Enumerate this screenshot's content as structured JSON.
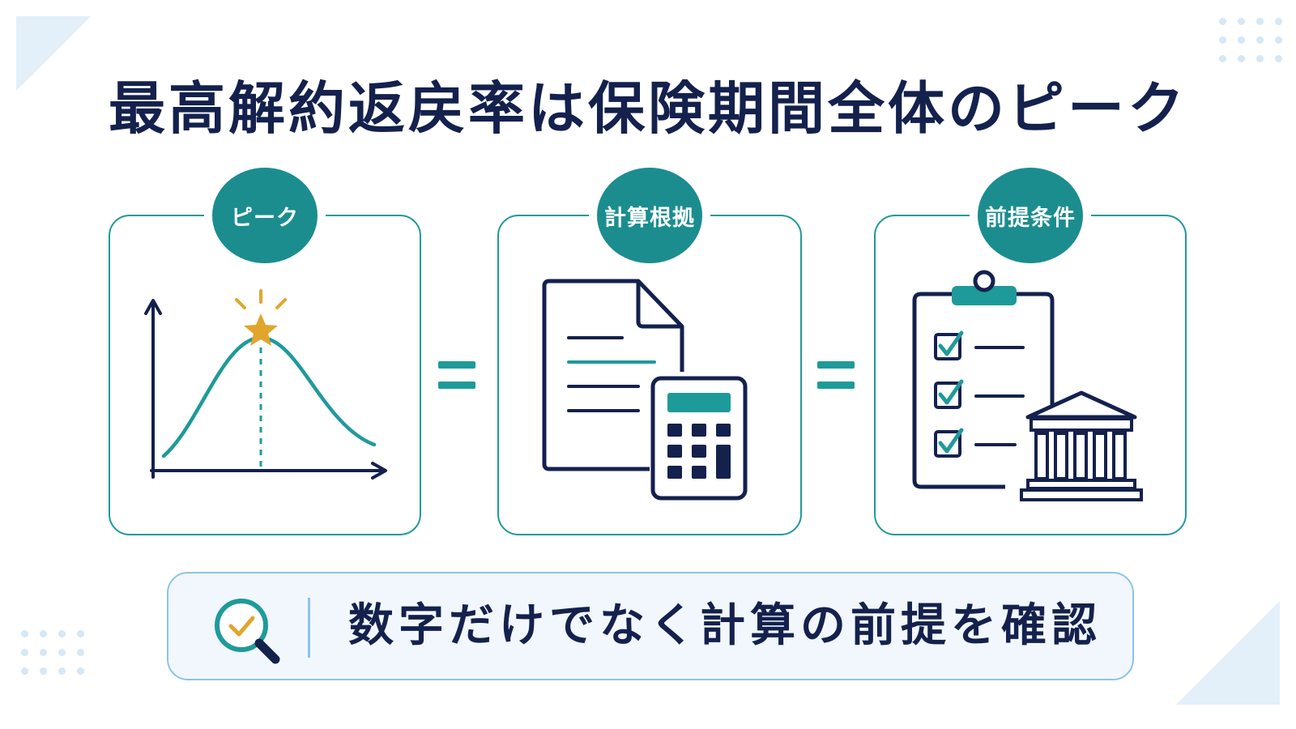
{
  "title": "最高解約返戻率は保険期間全体のピーク",
  "cards": [
    {
      "label": "ピーク",
      "icon": "peak-curve-chart-icon"
    },
    {
      "label": "計算根拠",
      "icon": "document-calculator-icon"
    },
    {
      "label": "前提条件",
      "icon": "clipboard-checklist-bank-icon"
    }
  ],
  "equals_symbol": "=",
  "banner": {
    "text": "数字だけでなく計算の前提を確認",
    "icon": "magnifier-check-icon"
  },
  "colors": {
    "navy": "#14214d",
    "teal": "#1f9a9a",
    "teal_dark": "#1b8d8f",
    "gold": "#e2a52b",
    "light_blue": "#e3eff9",
    "banner_bg": "#f1f7fd",
    "banner_border": "#8fc3e6",
    "dot": "#d6e7f5"
  }
}
